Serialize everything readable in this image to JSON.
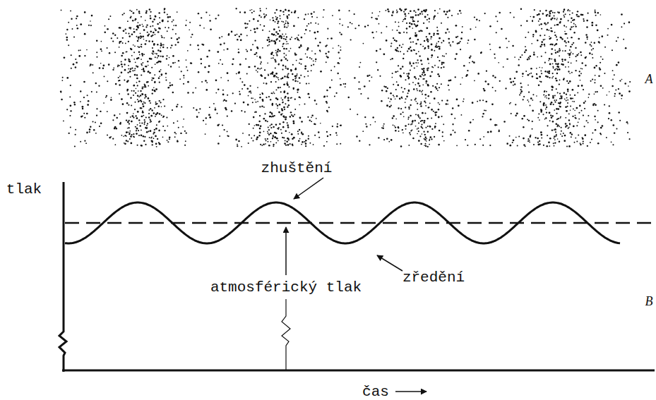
{
  "diagram": {
    "labels": [
      "A",
      "tlak",
      "zhuštění",
      "zředění",
      "atmosférický tlak",
      "B",
      "čas"
    ]
  }
}
